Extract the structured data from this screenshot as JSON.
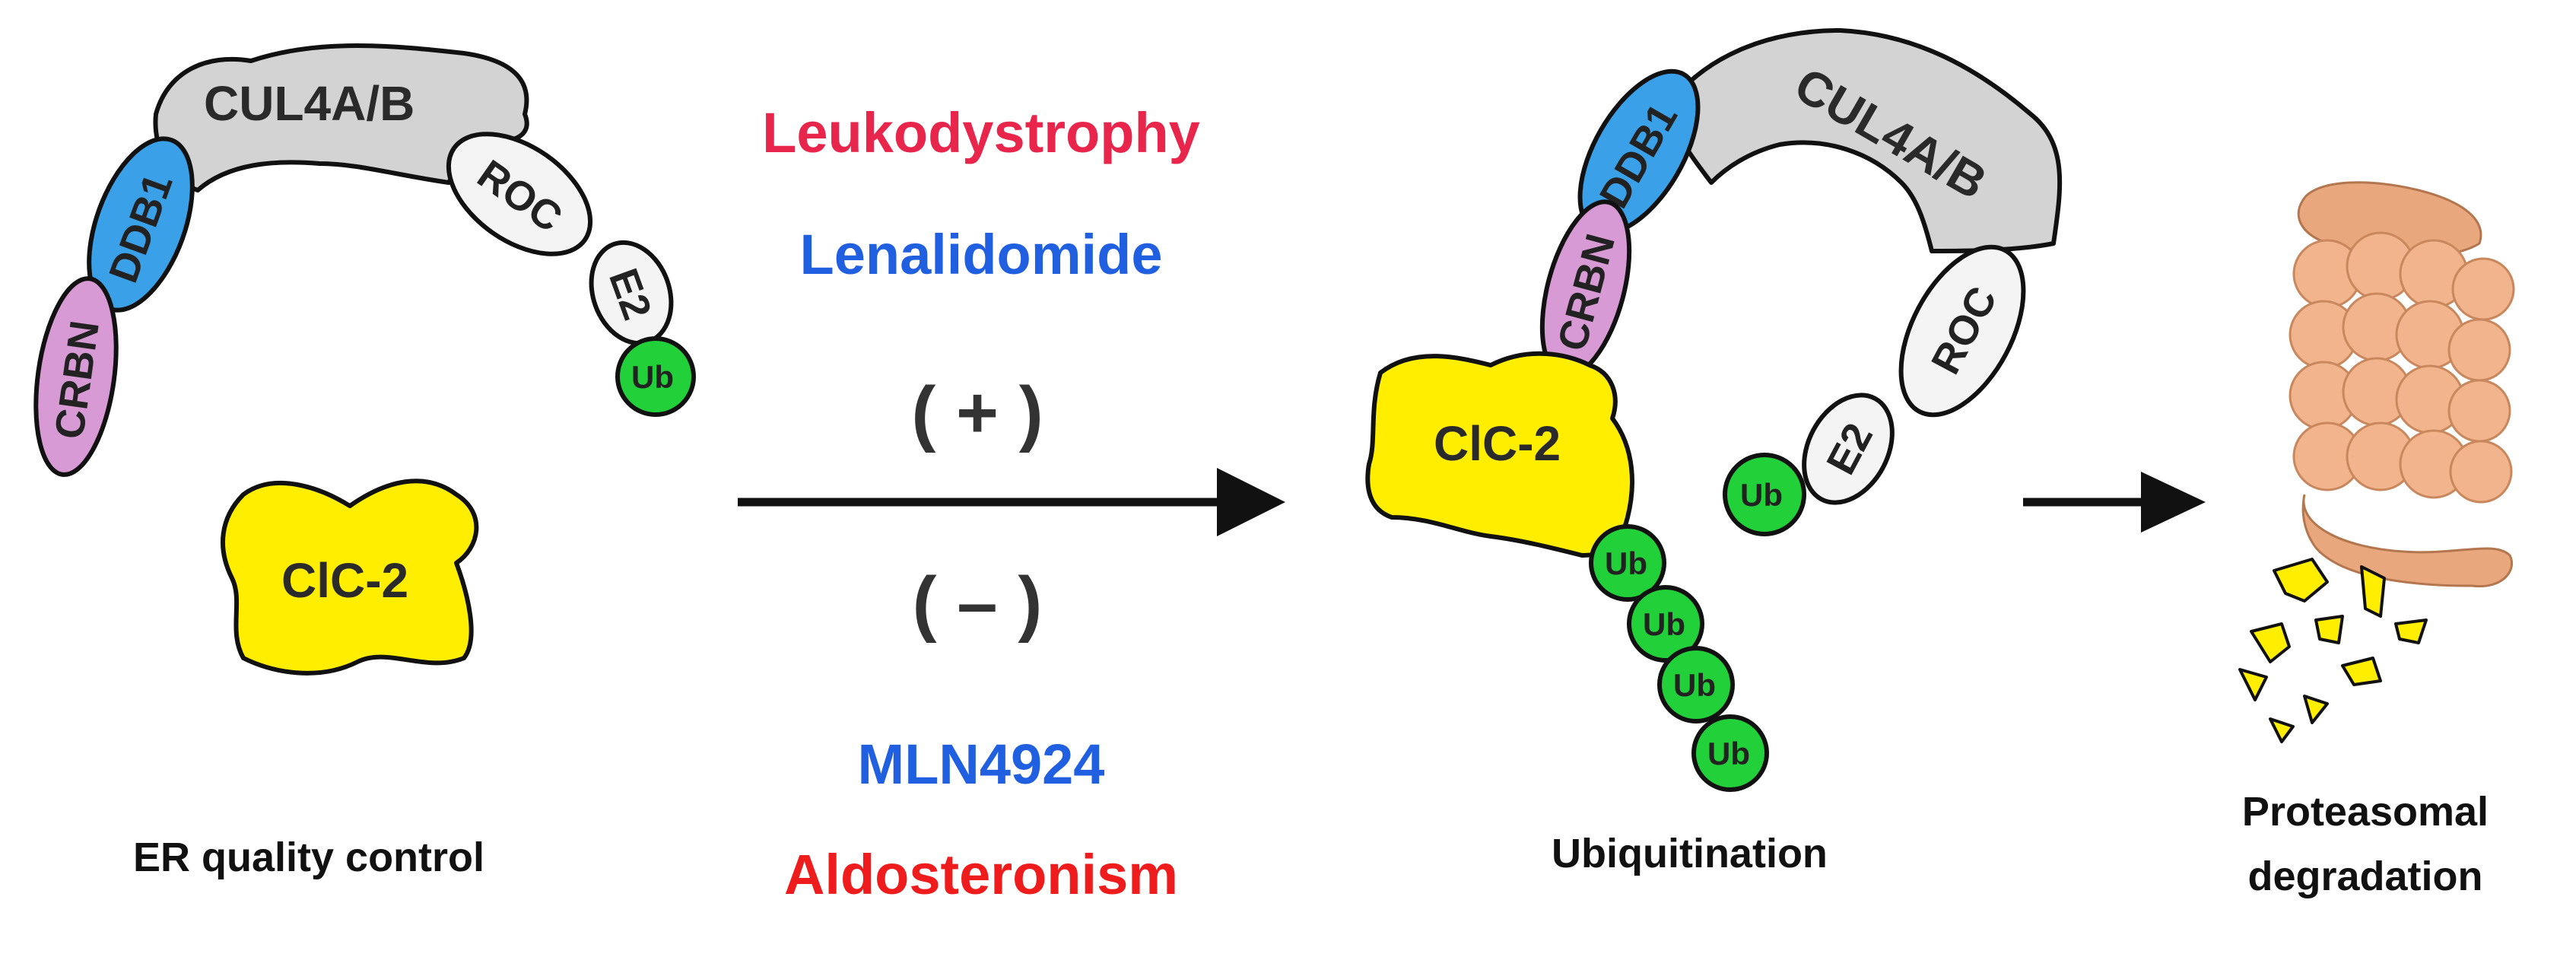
{
  "labels": {
    "cul4ab": "CUL4A/B",
    "ddb1": "DDB1",
    "crbn": "CRBN",
    "roc": "ROC",
    "e2": "E2",
    "ub": "Ub",
    "clc2": "ClC-2"
  },
  "center": {
    "promoter_disease": "Leukodystrophy",
    "promoter_drug": "Lenalidomide",
    "plus": "( + )",
    "minus": "( – )",
    "inhibitor_drug": "MLN4924",
    "inhibitor_disease": "Aldosteronism"
  },
  "captions": {
    "left": "ER quality control",
    "middle": "Ubiquitination",
    "right_line1": "Proteasomal",
    "right_line2": "degradation"
  },
  "colors": {
    "cul4ab": "#d3d3d3",
    "ddb1": "#3aa0e8",
    "crbn": "#d79ad4",
    "roc": "#f4f4f4",
    "e2": "#f4f4f4",
    "ub": "#22d13a",
    "clc2": "#ffee00",
    "proteasome": "#f2b48c",
    "disease_red": "#e8254a",
    "drug_blue": "#1f5fe0",
    "aldosteronism_red": "#ee1c1c"
  },
  "icons": [
    "right-arrow-icon",
    "proteasome-icon",
    "protein-fragment-icon"
  ]
}
